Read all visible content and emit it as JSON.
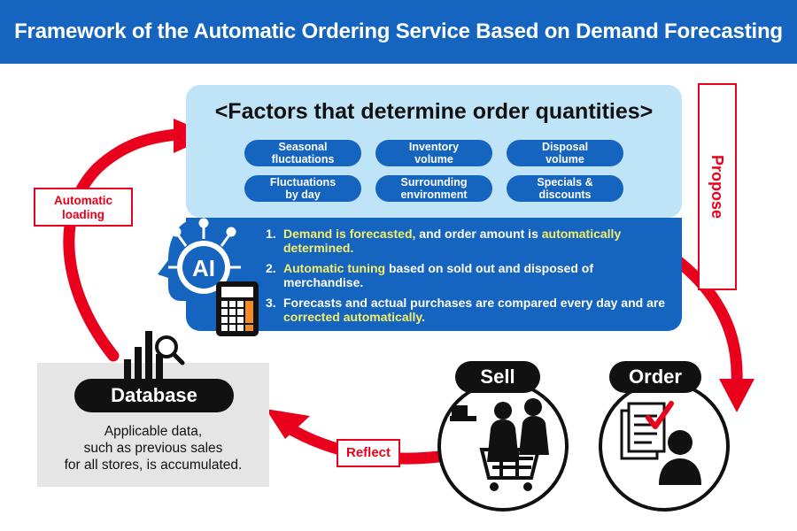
{
  "header": {
    "title": "Framework of the Automatic Ordering Service Based on Demand Forecasting"
  },
  "factors": {
    "title": "<Factors that determine order quantities>",
    "items": [
      {
        "label": "Seasonal\nfluctuations"
      },
      {
        "label": "Inventory\nvolume"
      },
      {
        "label": "Disposal\nvolume"
      },
      {
        "label": "Fluctuations\nby day"
      },
      {
        "label": "Surrounding\nenvironment"
      },
      {
        "label": "Specials &\ndiscounts"
      }
    ]
  },
  "steps": [
    {
      "num": "1.",
      "hl1": "Demand is forecasted,",
      "text1": " and order amount is ",
      "hl2": "automatically determined.",
      "text2": ""
    },
    {
      "num": "2.",
      "hl1": "Automatic tuning",
      "text1": " based on sold out and disposed of merchandise.",
      "hl2": "",
      "text2": ""
    },
    {
      "num": "3.",
      "hl1": "",
      "text1": "Forecasts and actual purchases are compared every day and are ",
      "hl2": "corrected automatically",
      "text2": "."
    }
  ],
  "ai_label": "AI",
  "flows": {
    "automatic_loading": "Automatic\nloading",
    "propose": "Propose",
    "reflect": "Reflect"
  },
  "database": {
    "title": "Database",
    "description": "Applicable data,\nsuch as previous sales\nfor all stores, is accumulated."
  },
  "sell": {
    "label": "Sell"
  },
  "order": {
    "label": "Order"
  },
  "colors": {
    "header_blue": "#1565c0",
    "light_blue": "#bfe3f7",
    "arrow_red": "#e8001c",
    "highlight_yellow": "#f4ee6a"
  }
}
